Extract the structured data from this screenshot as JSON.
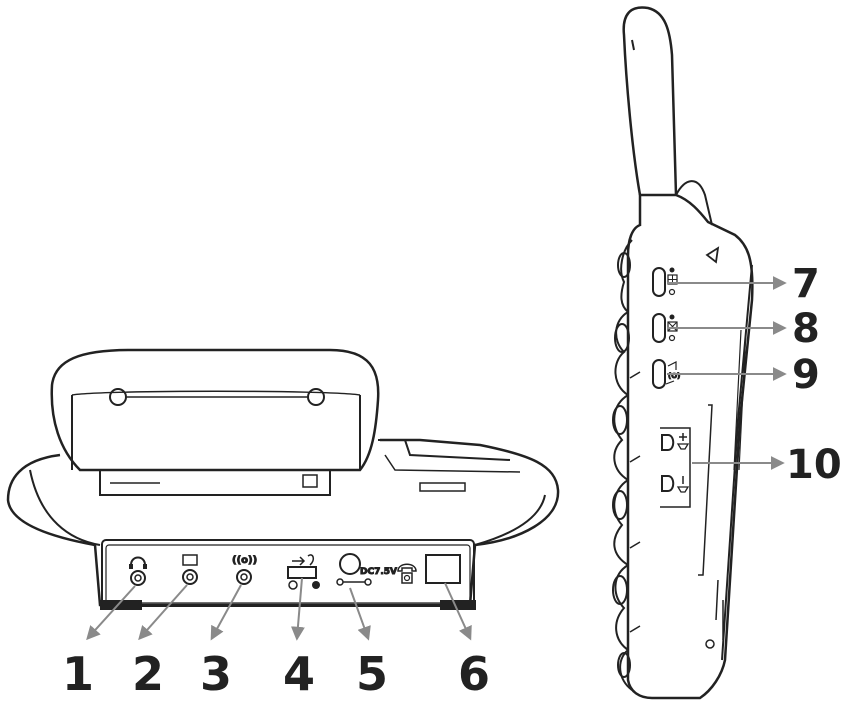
{
  "diagram": {
    "rear_panel": {
      "power_label": "DC7.5V",
      "callouts": [
        {
          "number": "1",
          "icon": "headset-jack-icon"
        },
        {
          "number": "2",
          "icon": "tv-audio-jack-icon"
        },
        {
          "number": "3",
          "icon": "ring-signal-jack-icon"
        },
        {
          "number": "4",
          "icon": "line-switch-icon"
        },
        {
          "number": "5",
          "icon": "dc-power-jack-icon"
        },
        {
          "number": "6",
          "icon": "phone-line-jack-icon"
        }
      ]
    },
    "side_panel": {
      "callouts": [
        {
          "number": "7",
          "icon": "tone-pulse-switch-icon"
        },
        {
          "number": "8",
          "icon": "ringer-switch-icon"
        },
        {
          "number": "9",
          "icon": "ringer-volume-switch-icon"
        },
        {
          "number": "10",
          "icon": "receiver-volume-control-icon"
        }
      ]
    },
    "colors": {
      "line": "#222222",
      "arrow": "#8a8a8a",
      "background": "#ffffff"
    }
  }
}
